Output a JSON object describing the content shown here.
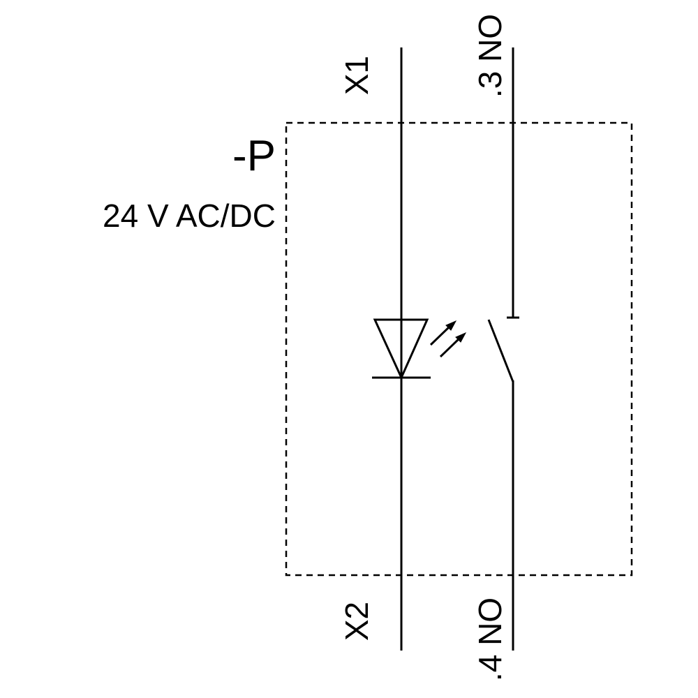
{
  "diagram": {
    "component_reference": "-P",
    "voltage_rating": "24 V AC/DC",
    "terminals": {
      "x1": "X1",
      "x2": "X2",
      "no_top": ".3 NO",
      "no_bottom": ".4 NO"
    },
    "symbols": {
      "left_branch": "led-indicator-symbol",
      "right_branch": "normally-open-contact-symbol",
      "boundary": "dashed-component-boundary"
    },
    "colors": {
      "line": "#000000",
      "background": "#ffffff"
    }
  }
}
